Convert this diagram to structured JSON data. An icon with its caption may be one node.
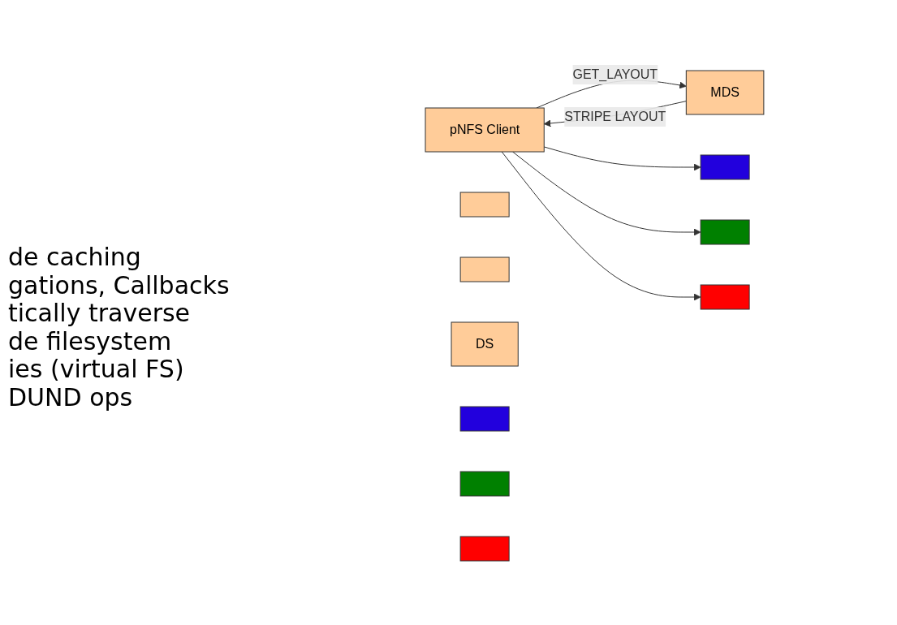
{
  "diagram": {
    "nodes": [
      {
        "text": [
          "pNFS Client"
        ]
      },
      {
        "text": [
          "MDS"
        ]
      },
      {
        "text": [],
        "shape": "box"
      },
      {
        "text": [],
        "shape": "box"
      },
      {
        "text": [
          "DS"
        ]
      },
      {
        "text": [],
        "shape": "box"
      },
      {
        "text": [],
        "shape": "box"
      },
      {
        "text": [],
        "shape": "box"
      },
      {
        "text": [],
        "shape": "box"
      },
      {
        "text": [],
        "shape": "box"
      },
      {
        "text": [],
        "shape": "box"
      }
    ],
    "edges": [
      {
        "from": 0,
        "to": 1,
        "arrow": "to",
        "label": "GET_LAYOUT"
      },
      {
        "from": 1,
        "to": 0,
        "arrow": "to",
        "label": "STRIPE LAYOUT"
      },
      {
        "from": 0,
        "to": 5,
        "arrow": "to"
      },
      {
        "from": 0,
        "to": 6,
        "arrow": "to"
      },
      {
        "from": 0,
        "to": 7,
        "arrow": "to"
      }
    ],
    "labels": [
      "de caching",
      "gations, Callbacks",
      "tically traverse",
      "de filesystem",
      "ies (virtual FS)",
      "DUND ops"
    ]
  }
}
